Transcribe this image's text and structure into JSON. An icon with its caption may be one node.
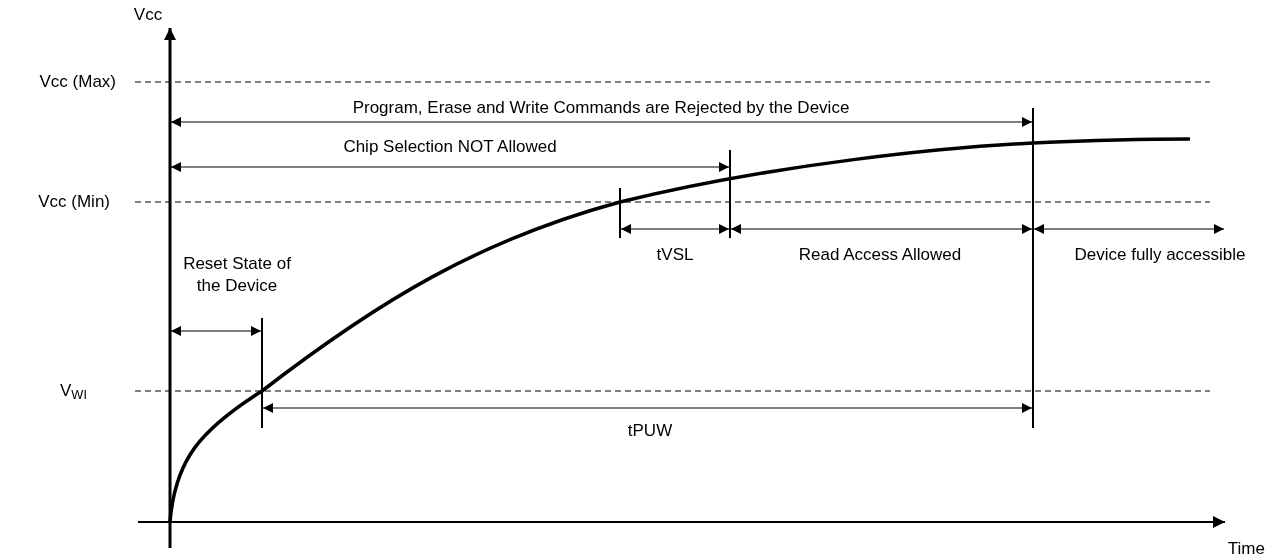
{
  "diagram": {
    "labels": [
      "Vcc",
      "Vcc (Max)",
      "Program, Erase and Write Commands are Rejected by the Device",
      "Chip Selection NOT Allowed",
      "Vcc (Min)",
      "Reset State of the Device",
      "tVSL",
      "Read Access Allowed",
      "Device fully accessible",
      "V$_{WI}$",
      "tPUW",
      "Time"
    ]
  }
}
